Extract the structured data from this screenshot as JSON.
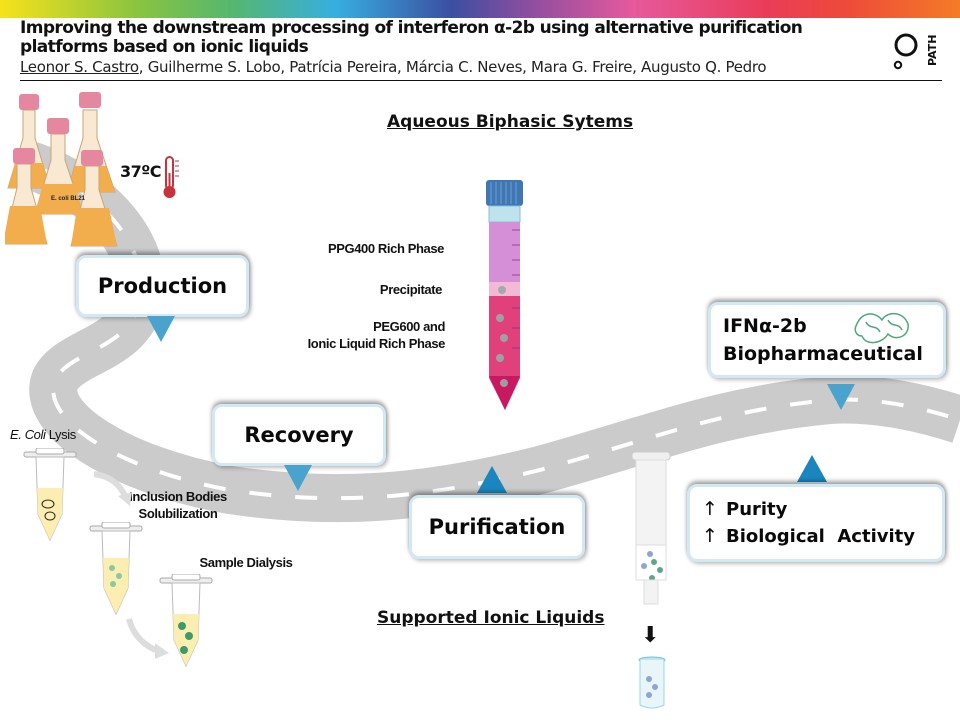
{
  "header": {
    "title_line1": "Improving the downstream processing of interferon α-2b using alternative purification",
    "title_line2": "platforms based on ionic liquids",
    "first_author": "Leonor S. Castro",
    "other_authors": ", Guilherme S. Lobo, Patrícia Pereira, Márcia C. Neves, Mara G. Freire, Augusto Q. Pedro",
    "logo_text": "PATH"
  },
  "production": {
    "label": "Production",
    "temperature": "37ºC",
    "flask_label": "E. coli BL21"
  },
  "recovery": {
    "label": "Recovery",
    "steps": [
      {
        "italic": "E. Coli",
        "text": " Lysis"
      },
      {
        "text": "Inclusion Bodies Solubilization",
        "line1": "Inclusion Bodies",
        "line2": "Solubilization"
      },
      {
        "text": "Sample Dialysis"
      }
    ]
  },
  "abs": {
    "heading": "Aqueous Biphasic Sytems",
    "phases": [
      {
        "text": "PPG400 Rich Phase"
      },
      {
        "text": "Precipitate"
      },
      {
        "line1": "PEG600 and",
        "line2": "Ionic Liquid Rich Phase"
      }
    ]
  },
  "purification": {
    "label": "Purification",
    "sil_heading": "Supported Ionic Liquids",
    "down_arrow": "⬇"
  },
  "product": {
    "line1": "IFNα-2b",
    "line2": "Biopharmaceutical"
  },
  "outcomes": {
    "arrow": "↑",
    "items": [
      "Purity",
      "Biological  Activity"
    ]
  },
  "colors": {
    "road": "#cbcbcb",
    "box_border": "#d3e8f4",
    "pointer_blue": "#4aa3cc",
    "flask_liquid": "#f2ad4c",
    "flask_cap": "#e5889f",
    "tube_top_phase": "#d48fd6",
    "tube_bottom_phase": "#e0417b",
    "tube_cap": "#3f77b4"
  }
}
